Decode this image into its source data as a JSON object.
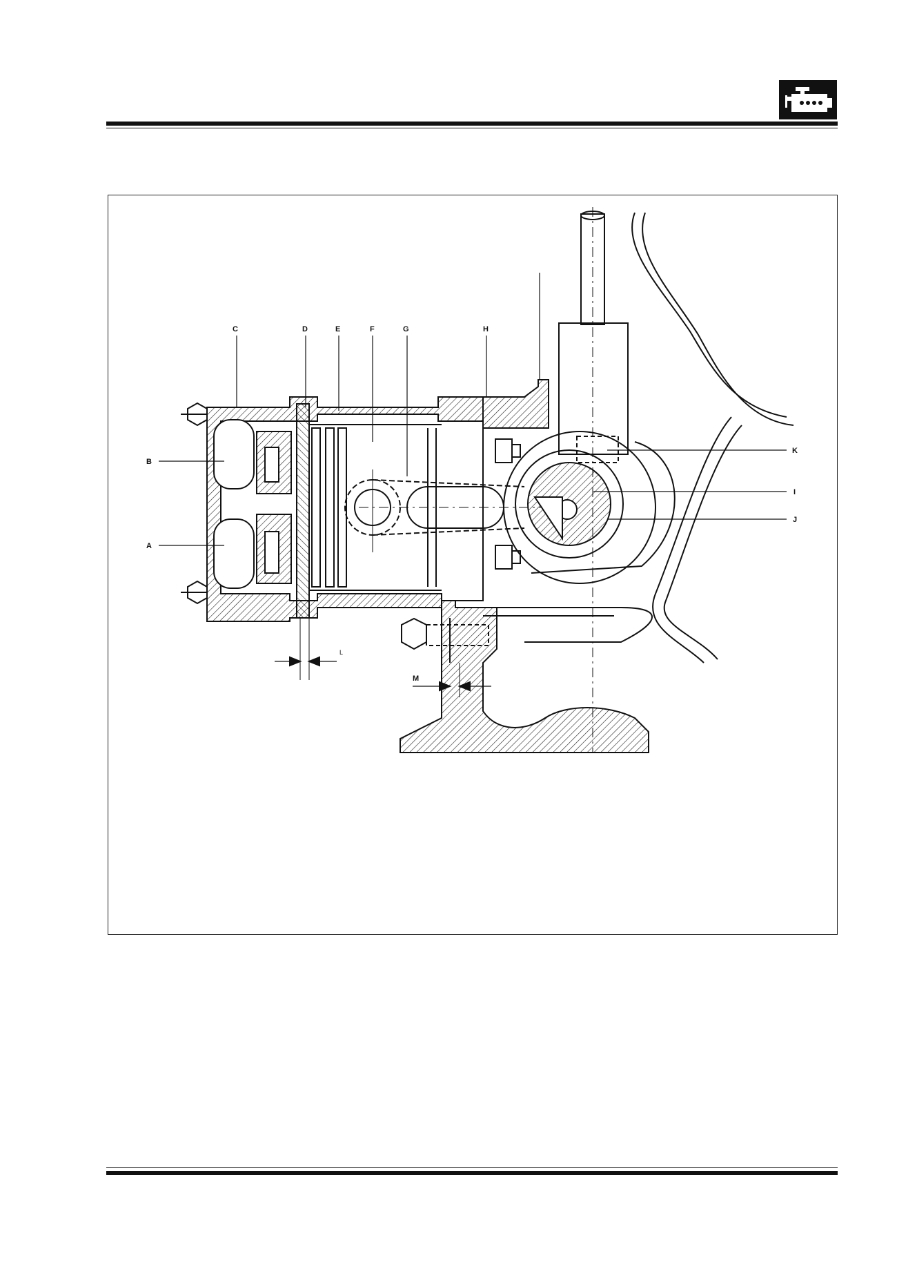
{
  "header": {
    "section_icon": "engine-icon"
  },
  "figure": {
    "callouts": {
      "A": "A",
      "B": "B",
      "C": "C",
      "D": "D",
      "E": "E",
      "F": "F",
      "G": "G",
      "H": "H",
      "I": "I",
      "J": "J",
      "K": "K",
      "L": "L",
      "M": "M"
    }
  },
  "colors": {
    "ink": "#111111",
    "paper": "#ffffff"
  }
}
